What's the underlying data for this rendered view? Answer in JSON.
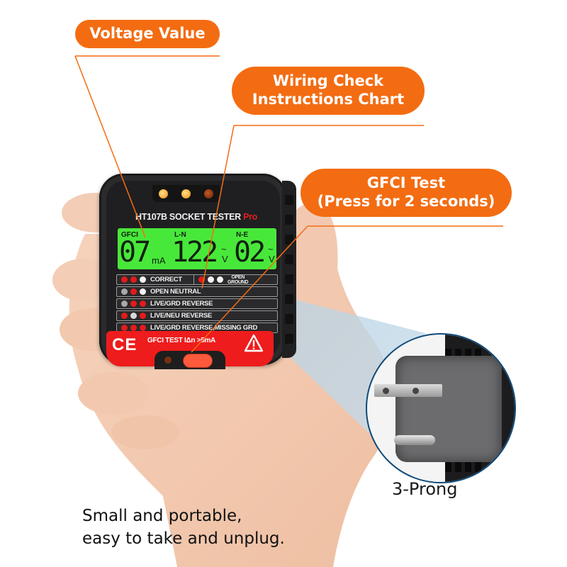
{
  "callouts": {
    "voltage_value": "Voltage Value",
    "wiring_check_line1": "Wiring Check",
    "wiring_check_line2": "Instructions Chart",
    "gfci_test_line1": "GFCI Test",
    "gfci_test_line2": "(Press for 2 seconds)"
  },
  "device": {
    "model_title": "HT107B SOCKET TESTER",
    "model_suffix": "Pro",
    "lcd": {
      "gfci_label": "GFCI",
      "gfci_value": "07",
      "gfci_unit": "mA",
      "ln_label": "L-N",
      "ln_value": "122",
      "ln_unit": "V",
      "ne_label": "N-E",
      "ne_value": "02",
      "ne_unit": "V",
      "ac_symbol": "~"
    },
    "wiring_chart": [
      {
        "label": "CORRECT",
        "dots": [
          "red",
          "red",
          "white"
        ]
      },
      {
        "label": "OPEN NEUTRAL",
        "dots": [
          "gray",
          "red",
          "white"
        ]
      },
      {
        "label": "LIVE/GRD REVERSE",
        "dots": [
          "gray",
          "red",
          "red"
        ]
      },
      {
        "label": "LIVE/NEU REVERSE",
        "dots": [
          "red",
          "white",
          "red"
        ]
      },
      {
        "label": "LIVE/GRD REVERSE,MISSING GRD",
        "dots": [
          "red",
          "red",
          "red"
        ]
      }
    ],
    "open_ground": {
      "line1": "OPEN",
      "line2": "GROUND",
      "dots": [
        "red",
        "white",
        "white"
      ]
    },
    "ce_mark": "CE",
    "gfci_test_text": "GFCI TEST IΔn >5mA",
    "warning_symbol": "!"
  },
  "captions": {
    "plug_type": "3-Prong",
    "main_line1": "Small and portable,",
    "main_line2": "easy to take and unplug."
  },
  "colors": {
    "accent_orange": "#f36c12",
    "lcd_green": "#48e83a",
    "device_red": "#ee1c1c",
    "circle_border": "#0f4a7a"
  }
}
